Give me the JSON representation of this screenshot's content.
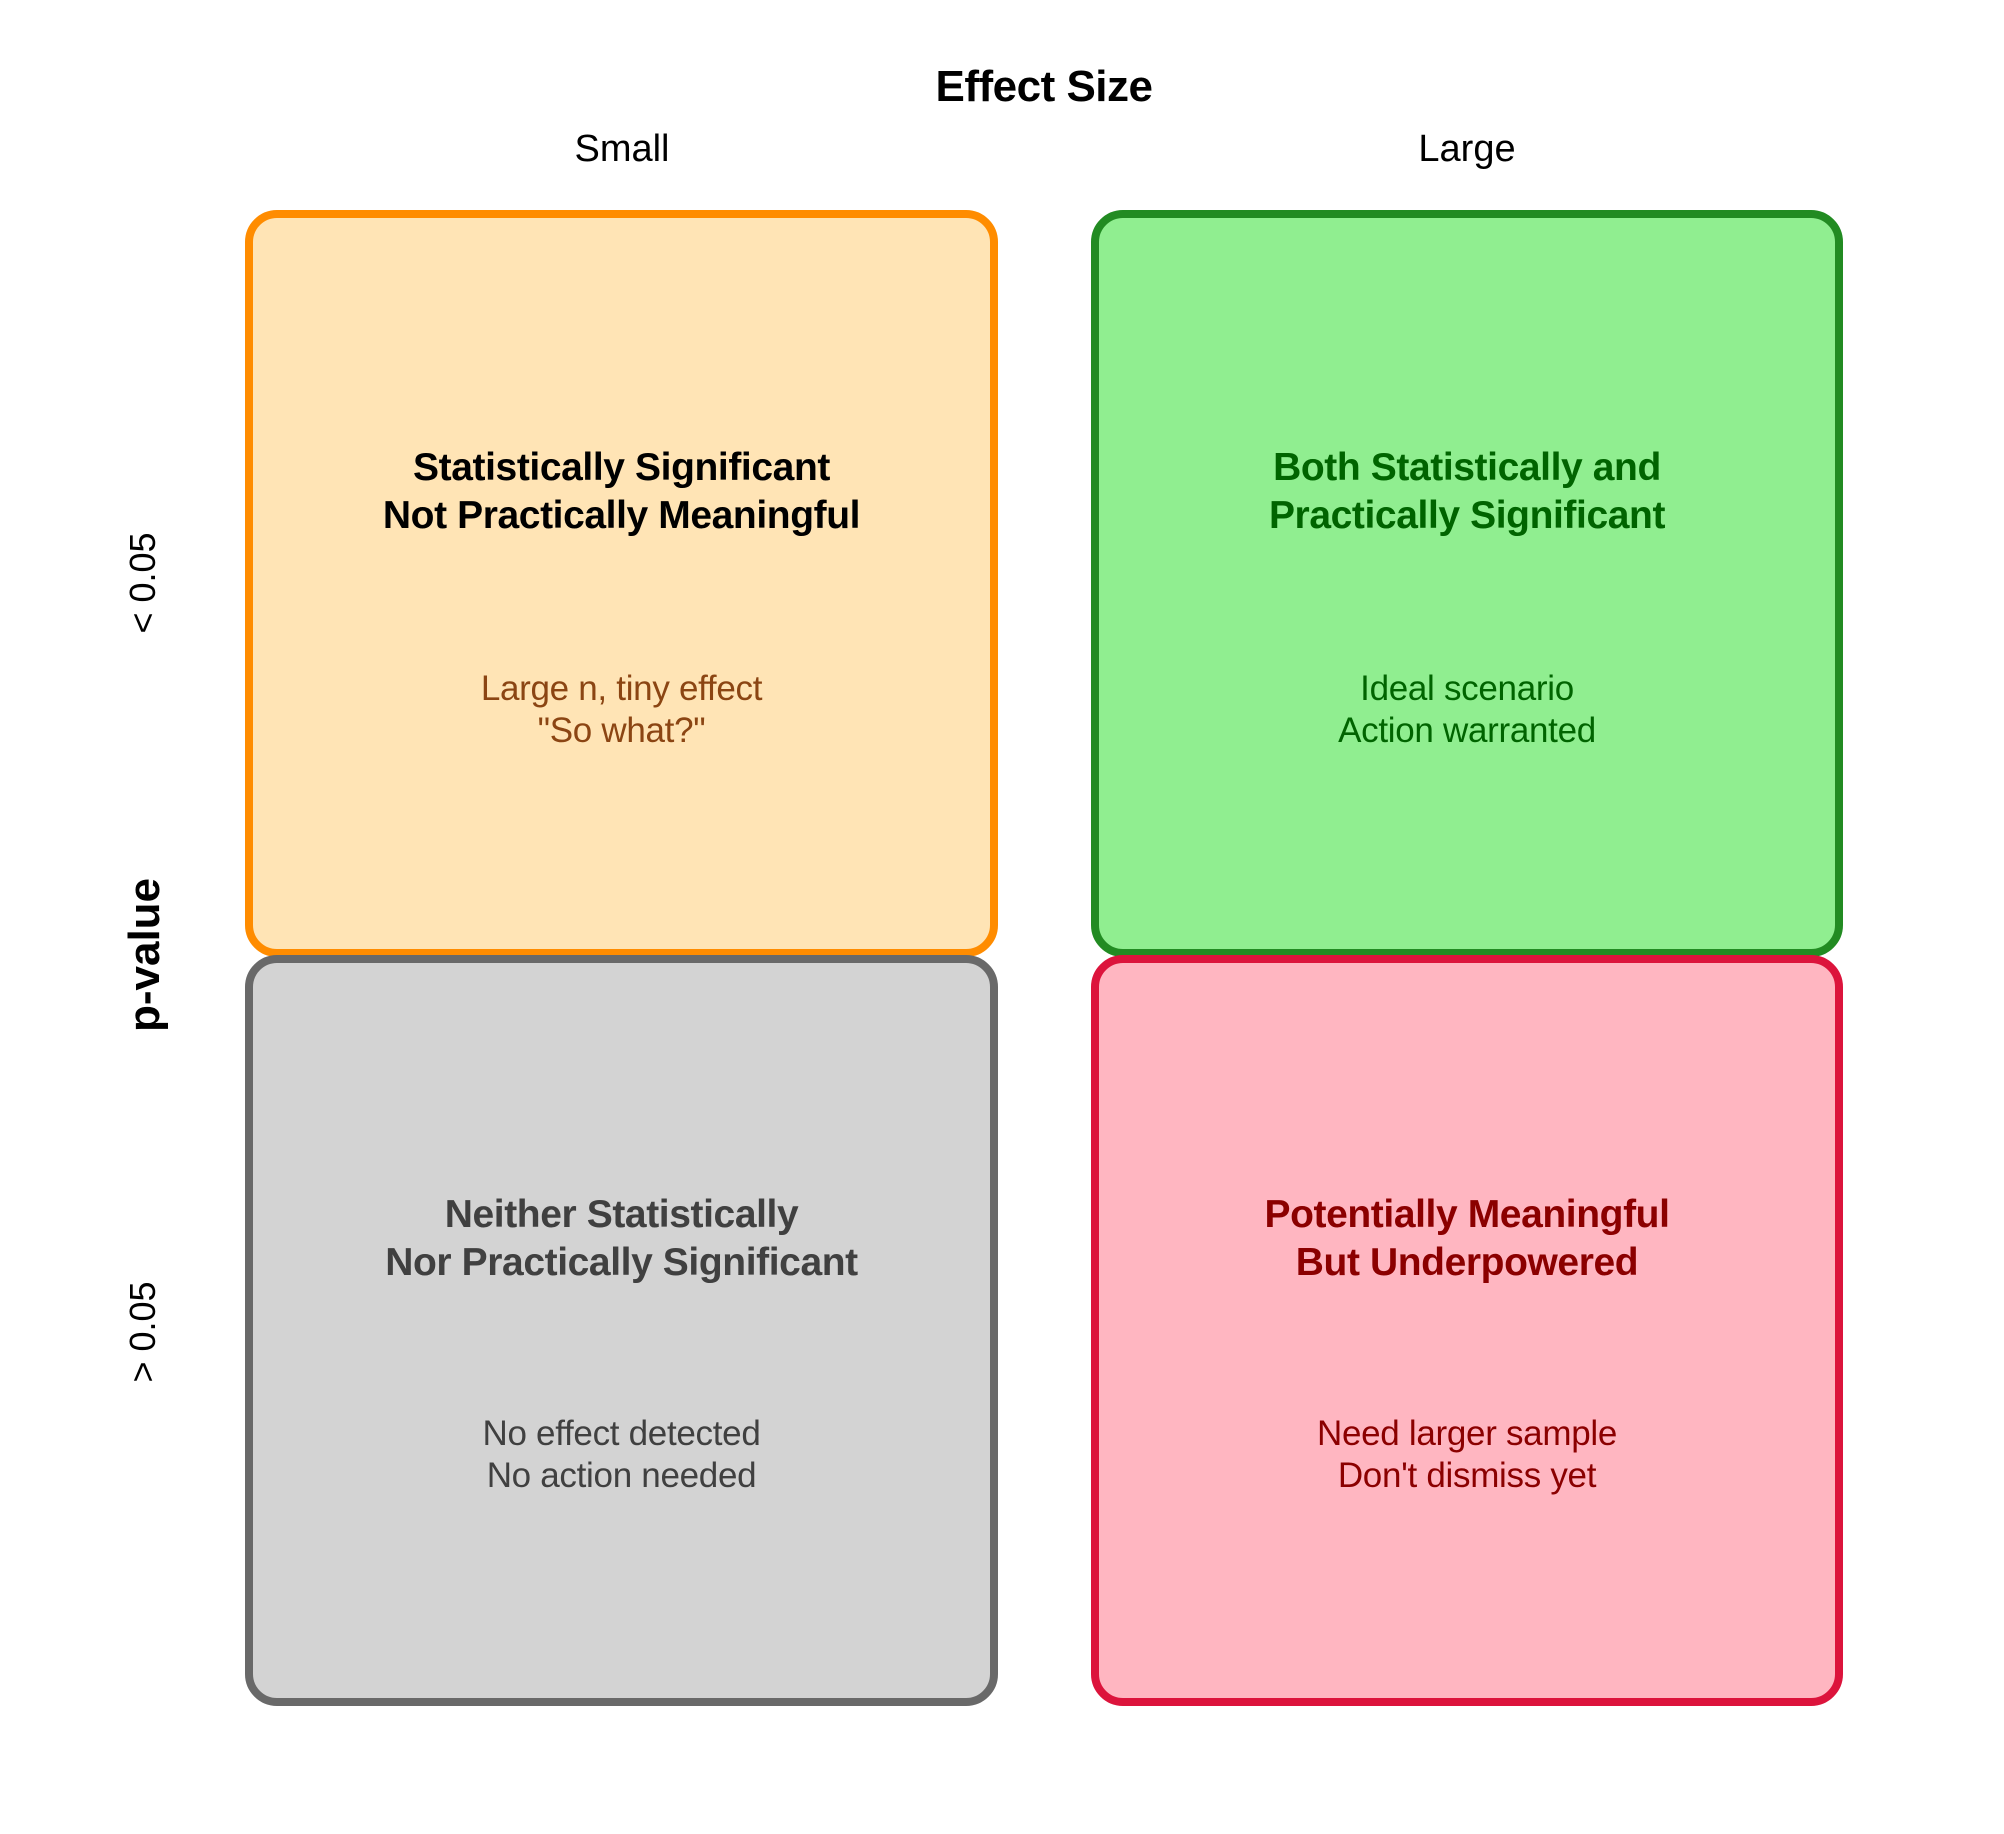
{
  "diagram": {
    "x_axis_title": "Effect Size",
    "y_axis_title": "p-value",
    "columns": [
      {
        "label": "Small"
      },
      {
        "label": "Large"
      }
    ],
    "rows": [
      {
        "label": "< 0.05"
      },
      {
        "label": "> 0.05"
      }
    ],
    "quadrants": {
      "top_left": {
        "title_lines": [
          "Statistically Significant",
          "Not Practically Meaningful"
        ],
        "sub_lines": [
          "Large n, tiny effect",
          "\"So what?\""
        ],
        "colors": {
          "fill": "#FFE4B5",
          "border": "#FF8C00",
          "title": "#000000",
          "sub": "#8B4513"
        }
      },
      "top_right": {
        "title_lines": [
          "Both Statistically and",
          "Practically Significant"
        ],
        "sub_lines": [
          "Ideal scenario",
          "Action warranted"
        ],
        "colors": {
          "fill": "#90EE90",
          "border": "#228B22",
          "title": "#006400",
          "sub": "#006400"
        }
      },
      "bottom_left": {
        "title_lines": [
          "Neither Statistically",
          "Nor Practically Significant"
        ],
        "sub_lines": [
          "No effect detected",
          "No action needed"
        ],
        "colors": {
          "fill": "#D3D3D3",
          "border": "#696969",
          "title": "#404040",
          "sub": "#404040"
        }
      },
      "bottom_right": {
        "title_lines": [
          "Potentially Meaningful",
          "But Underpowered"
        ],
        "sub_lines": [
          "Need larger sample",
          "Don't dismiss yet"
        ],
        "colors": {
          "fill": "#FFB6C1",
          "border": "#DC143C",
          "title": "#8B0000",
          "sub": "#8B0000"
        }
      }
    }
  }
}
